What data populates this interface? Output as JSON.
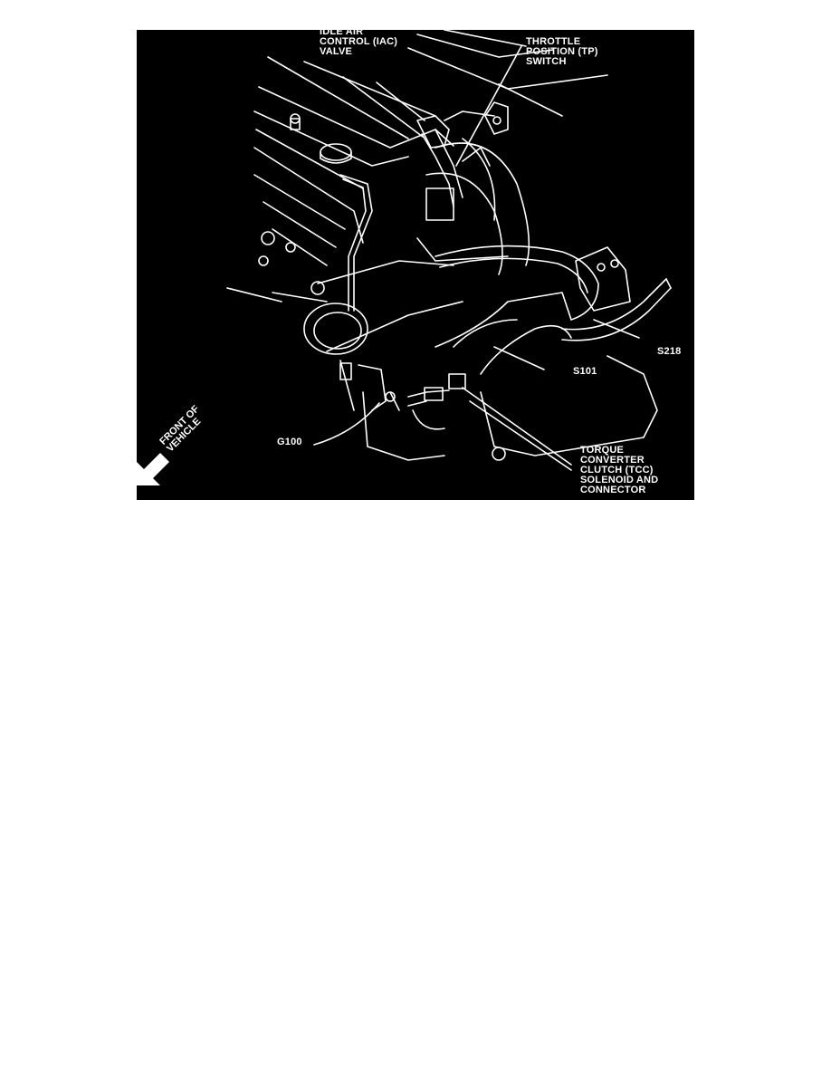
{
  "figure": {
    "background": "#000000",
    "line_color": "#ffffff",
    "callouts": {
      "iac": "IDLE AIR\nCONTROL (IAC)\nVALVE",
      "tp": "THROTTLE\nPOSITION (TP)\nSWITCH",
      "s218": "S218",
      "s101": "S101",
      "g100": "G100",
      "tcc": "TORQUE\nCONVERTER\nCLUTCH (TCC)\nSOLENOID AND\nCONNECTOR"
    },
    "orientation": {
      "label": "FRONT OF\nVEHICLE",
      "icon": "arrow-down-left"
    }
  }
}
